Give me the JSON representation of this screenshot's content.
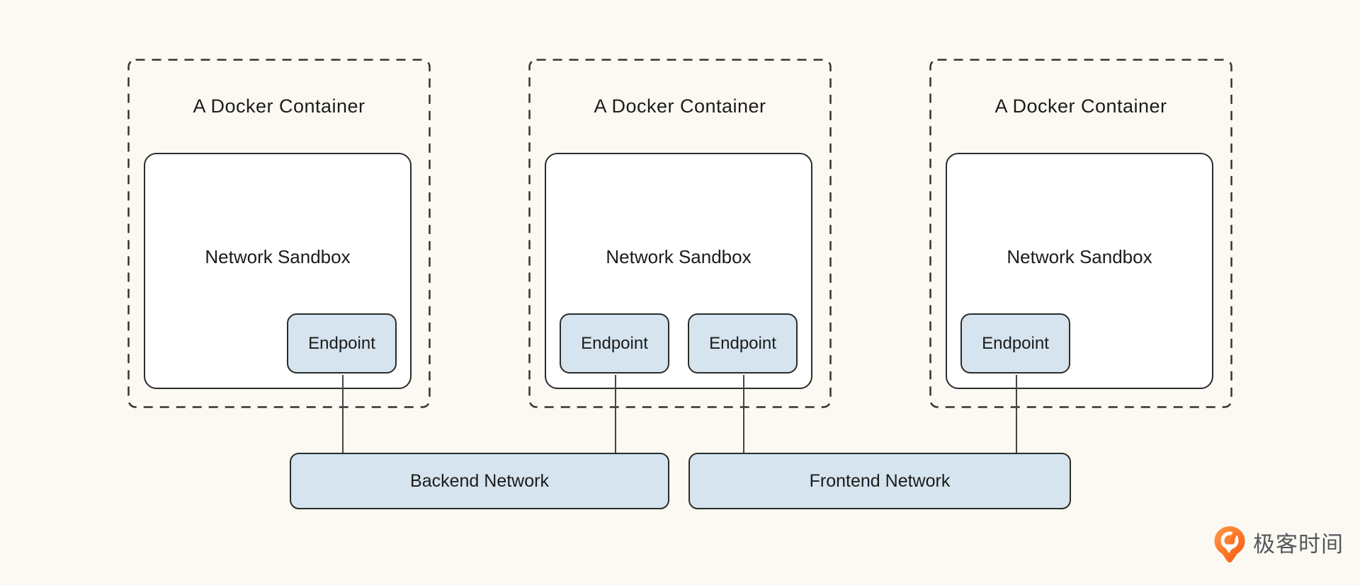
{
  "colors": {
    "background": "#FBF9F2",
    "node_fill": "#D5E4EE",
    "node_border": "#2B2B2B",
    "dash_border": "#333333",
    "connector": "#454545",
    "text": "#1B1B1B",
    "logo_orange": "#F4570E",
    "logo_orange_light": "#FF9A45",
    "logo_text": "#54575C"
  },
  "containers": [
    {
      "title": "A Docker Container",
      "sandbox_label": "Network Sandbox",
      "endpoints": [
        "Endpoint"
      ]
    },
    {
      "title": "A Docker Container",
      "sandbox_label": "Network Sandbox",
      "endpoints": [
        "Endpoint",
        "Endpoint"
      ]
    },
    {
      "title": "A Docker Container",
      "sandbox_label": "Network Sandbox",
      "endpoints": [
        "Endpoint"
      ]
    }
  ],
  "networks": [
    {
      "label": "Backend Network"
    },
    {
      "label": "Frontend Network"
    }
  ],
  "logo": {
    "text": "极客时间"
  }
}
